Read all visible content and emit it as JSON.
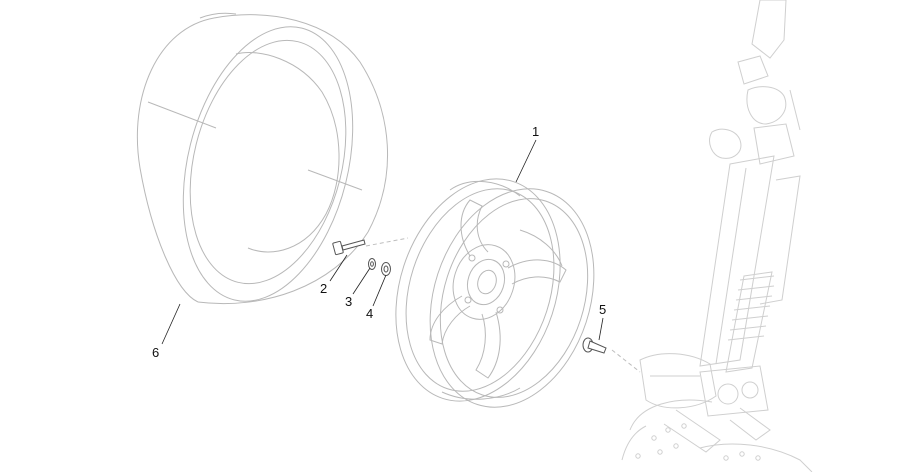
{
  "callouts": [
    {
      "id": "c1",
      "label": "1"
    },
    {
      "id": "c2",
      "label": "2"
    },
    {
      "id": "c3",
      "label": "3"
    },
    {
      "id": "c4",
      "label": "4"
    },
    {
      "id": "c5",
      "label": "5"
    },
    {
      "id": "c6",
      "label": "6"
    }
  ],
  "colors": {
    "part_line": "#b8b8b8",
    "fork_line": "#cfcfcf",
    "solid_part": "#555555",
    "leader_line": "#222222",
    "text": "#111111"
  }
}
